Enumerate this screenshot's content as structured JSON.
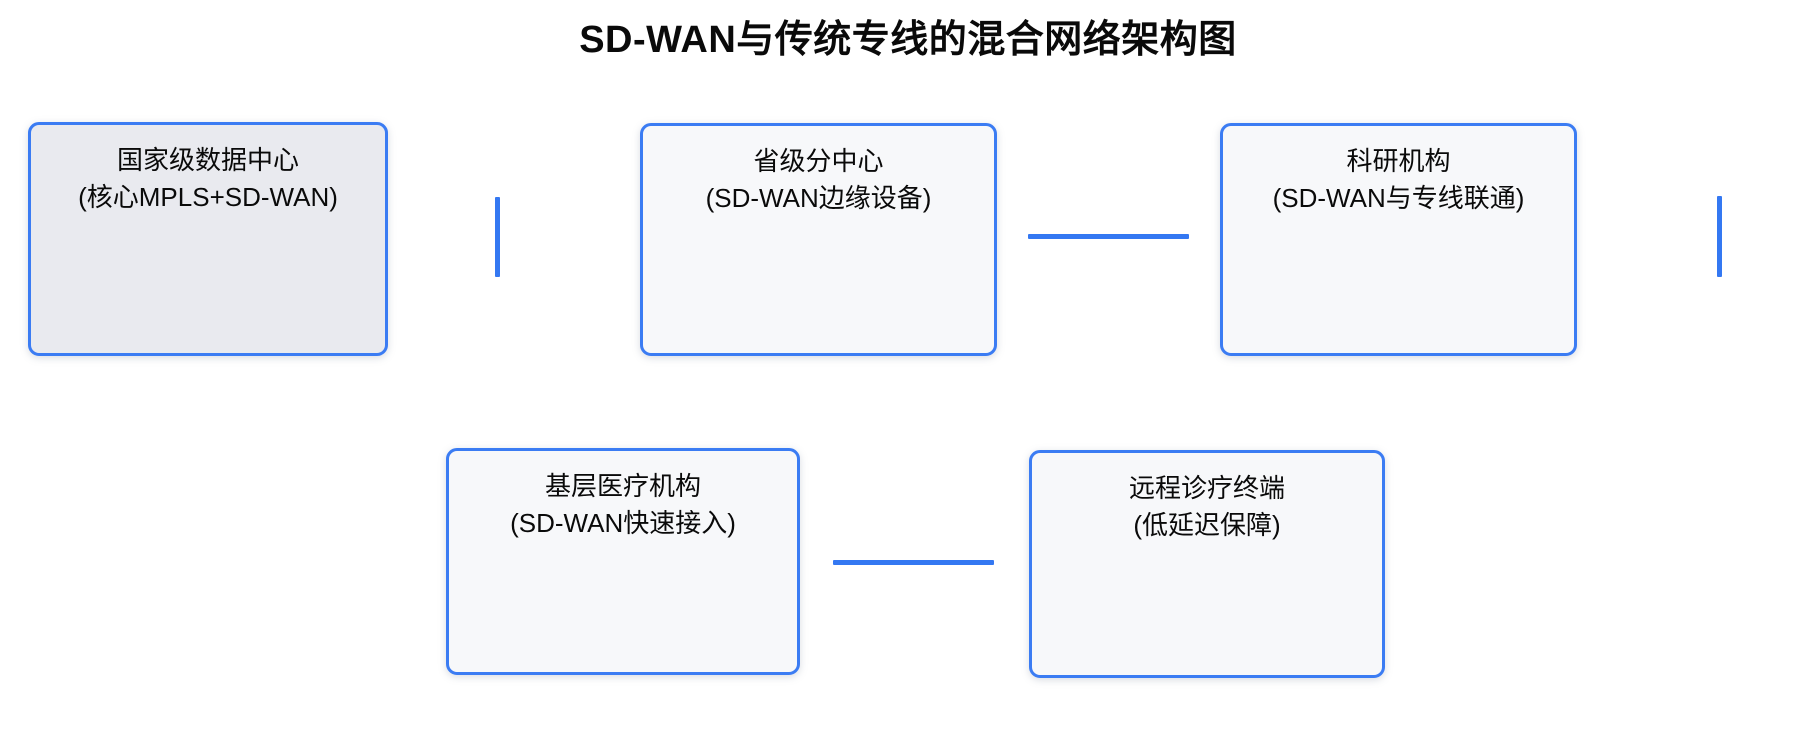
{
  "title": "SD-WAN与传统专线的混合网络架构图",
  "diagram": {
    "colors": {
      "node_border": "#3b7cf3",
      "edge_line": "#3478f2",
      "node_fill_default": "#f7f8fa",
      "node_fill_highlight": "#e9eaef",
      "text": "#0a0a0a",
      "background": "#ffffff"
    },
    "nodes": [
      {
        "id": "national-data-center",
        "line1": "国家级数据中心",
        "line2": "(核心MPLS+SD-WAN)",
        "fill": "#e9eaef"
      },
      {
        "id": "provincial-branch-center",
        "line1": "省级分中心",
        "line2": "(SD-WAN边缘设备)",
        "fill": "#f7f8fa"
      },
      {
        "id": "research-institution",
        "line1": "科研机构",
        "line2": "(SD-WAN与专线联通)",
        "fill": "#f7f8fa"
      },
      {
        "id": "primary-medical-institution",
        "line1": "基层医疗机构",
        "line2": "(SD-WAN快速接入)",
        "fill": "#f7f8fa"
      },
      {
        "id": "remote-diagnosis-terminal",
        "line1": "远程诊疗终端",
        "line2": "(低延迟保障)",
        "fill": "#f7f8fa"
      }
    ],
    "edges": [
      {
        "id": "edge-national-provincial",
        "orientation": "vertical"
      },
      {
        "id": "edge-provincial-research",
        "orientation": "horizontal"
      },
      {
        "id": "edge-research-right",
        "orientation": "vertical"
      },
      {
        "id": "edge-medical-terminal",
        "orientation": "horizontal"
      }
    ]
  }
}
